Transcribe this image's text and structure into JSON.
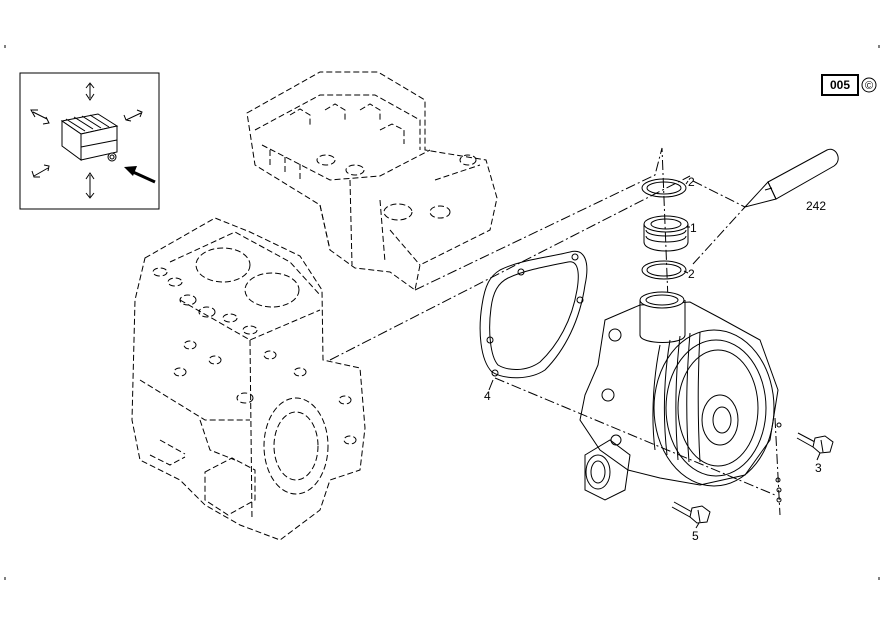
{
  "diagram": {
    "page_code": "005",
    "copyright_symbol": "©",
    "callouts": [
      {
        "id": "c2a",
        "text": "2"
      },
      {
        "id": "c1",
        "text": "1"
      },
      {
        "id": "c2b",
        "text": "2"
      },
      {
        "id": "c242",
        "text": "242"
      },
      {
        "id": "c4",
        "text": "4"
      },
      {
        "id": "c3",
        "text": "3"
      },
      {
        "id": "c5",
        "text": "5"
      }
    ],
    "icons": {
      "orientation_inset": "engine-orientation-icon",
      "view_arrow": "view-direction-arrow-icon",
      "copyright": "copyright-icon"
    }
  }
}
